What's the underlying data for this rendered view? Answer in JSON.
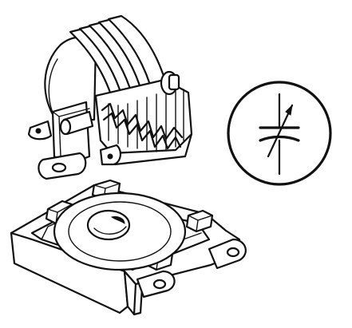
{
  "figure": {
    "subject": "variable-capacitor-illustration",
    "parts": [
      "rotor-plate-stack",
      "mounting-bracket",
      "base-frame",
      "schematic-symbol"
    ]
  },
  "colors": {
    "ink": "#111111",
    "paper": "#ffffff"
  }
}
